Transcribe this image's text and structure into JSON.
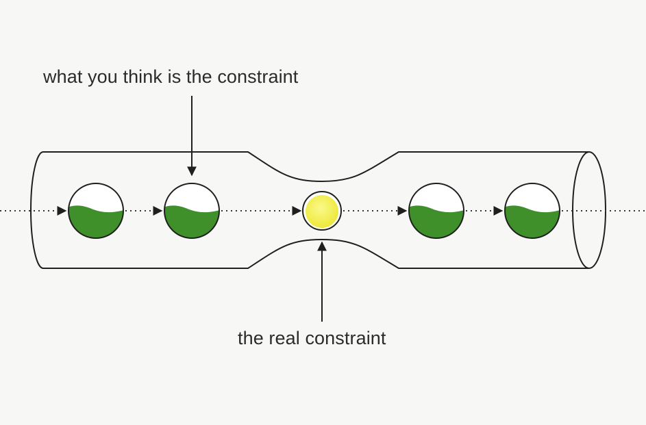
{
  "labels": {
    "perceived_constraint": "what you think is the constraint",
    "real_constraint": "the real constraint"
  },
  "colors": {
    "background": "#f7f7f5",
    "outline": "#1f1f1f",
    "liquid_green": "#3f8f2a",
    "bottleneck_yellow": "#f2ee40",
    "flow_line": "#333333"
  },
  "items": [
    {
      "kind": "container",
      "state": "partially-filled"
    },
    {
      "kind": "container",
      "state": "partially-filled"
    },
    {
      "kind": "bottleneck-ball",
      "state": "constraint"
    },
    {
      "kind": "container",
      "state": "partially-filled"
    },
    {
      "kind": "container",
      "state": "partially-filled"
    }
  ]
}
